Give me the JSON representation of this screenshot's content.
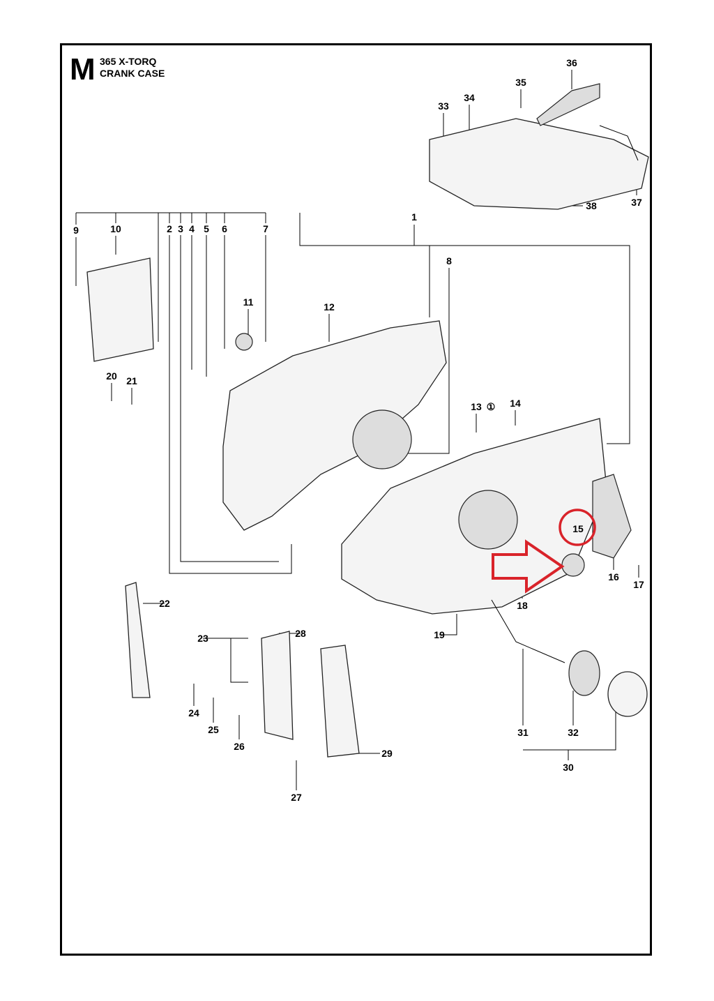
{
  "header": {
    "section_letter": "M",
    "model": "365 X-TORQ",
    "title": "CRANK CASE"
  },
  "callouts": [
    "1",
    "2",
    "3",
    "4",
    "5",
    "6",
    "7",
    "8",
    "9",
    "10",
    "11",
    "12",
    "13",
    "14",
    "15",
    "16",
    "17",
    "18",
    "19",
    "20",
    "21",
    "22",
    "23",
    "24",
    "25",
    "26",
    "27",
    "28",
    "29",
    "30",
    "31",
    "32",
    "33",
    "34",
    "35",
    "36",
    "37",
    "38"
  ],
  "note_symbol": "①",
  "annotation": {
    "highlight_part": "15",
    "color": "#d9232a"
  }
}
